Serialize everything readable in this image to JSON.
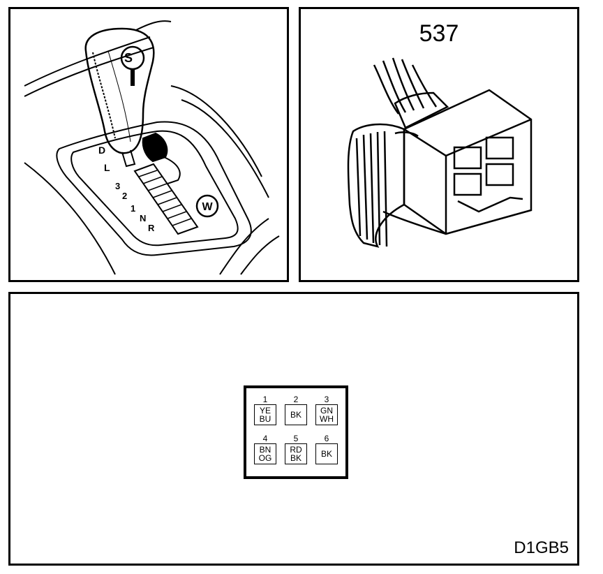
{
  "connector": {
    "number": "537",
    "pins": [
      {
        "num": "1",
        "color1": "YE",
        "color2": "BU"
      },
      {
        "num": "2",
        "color1": "BK",
        "color2": ""
      },
      {
        "num": "3",
        "color1": "GN",
        "color2": "WH"
      },
      {
        "num": "4",
        "color1": "BN",
        "color2": "OG"
      },
      {
        "num": "5",
        "color1": "RD",
        "color2": "BK"
      },
      {
        "num": "6",
        "color1": "BK",
        "color2": ""
      }
    ]
  },
  "shifter": {
    "knob_letter": "S",
    "winter_letter": "W",
    "gate_labels": [
      "D",
      "L",
      "3",
      "2",
      "1",
      "N",
      "R"
    ]
  },
  "figure_code": "D1GB5"
}
